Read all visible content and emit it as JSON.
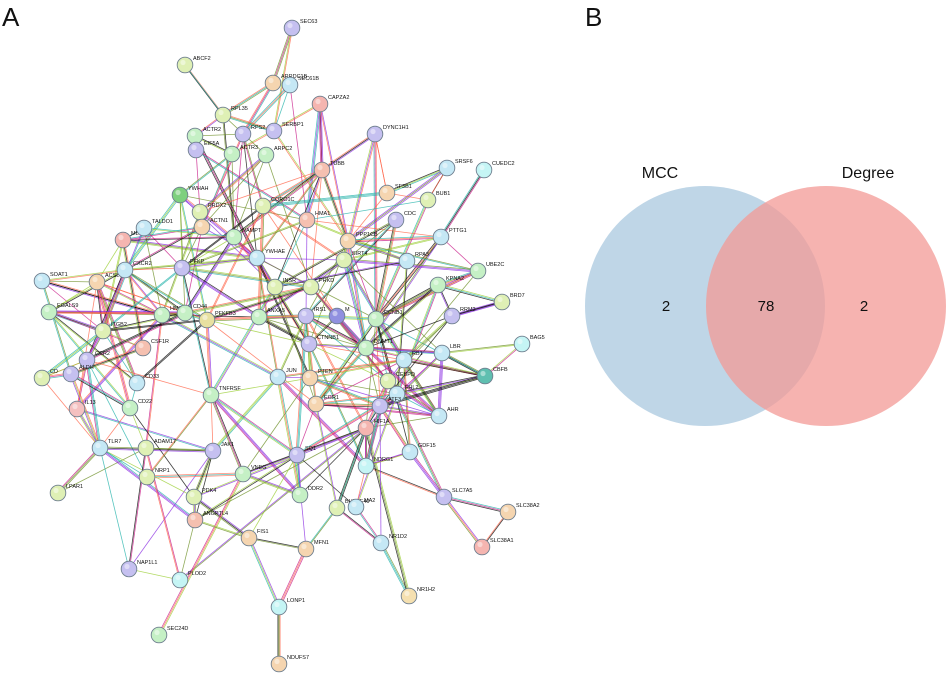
{
  "panels": {
    "a": {
      "letter": "A"
    },
    "b": {
      "letter": "B"
    }
  },
  "network": {
    "edge_colors": [
      "#6b8e23",
      "#c71585",
      "#9acd32",
      "#8a2be2",
      "#20b2aa",
      "#000000",
      "#ff6347"
    ],
    "nodes": [
      {
        "id": "SEC63",
        "color": "#c5c0f0"
      },
      {
        "id": "ABCF2",
        "color": "#dff0b5"
      },
      {
        "id": "ARRDC1B",
        "color": "#f5d5b0"
      },
      {
        "id": "SEC61B",
        "color": "#c5e8f5"
      },
      {
        "id": "CAPZA2",
        "color": "#f5b5b0"
      },
      {
        "id": "RPL35",
        "color": "#dff0b5"
      },
      {
        "id": "ACTR2",
        "color": "#c5f0c5"
      },
      {
        "id": "RPS2",
        "color": "#c5c0f0"
      },
      {
        "id": "SERBP1",
        "color": "#c5c0f0"
      },
      {
        "id": "DYNC1H1",
        "color": "#c5c0f0"
      },
      {
        "id": "EIF5A",
        "color": "#c5c0f0"
      },
      {
        "id": "ACTR3",
        "color": "#c5f0c5"
      },
      {
        "id": "ARPC2",
        "color": "#c5f0c5"
      },
      {
        "id": "TUBB",
        "color": "#f5c0b0"
      },
      {
        "id": "SRSF6",
        "color": "#c5e8f5"
      },
      {
        "id": "CUEDC2",
        "color": "#c5f5f5"
      },
      {
        "id": "YWHAH",
        "color": "#7ed07e"
      },
      {
        "id": "SF3B1",
        "color": "#f5d5b0"
      },
      {
        "id": "BUB1",
        "color": "#dff0b5"
      },
      {
        "id": "PRDX2",
        "color": "#dff0b5"
      },
      {
        "id": "CORO1C",
        "color": "#dff0b5"
      },
      {
        "id": "ACTN1",
        "color": "#f5d5b0"
      },
      {
        "id": "TALDO1",
        "color": "#c5e8f5"
      },
      {
        "id": "ML",
        "color": "#f5b5b0"
      },
      {
        "id": "HMA1",
        "color": "#f5c0b0"
      },
      {
        "id": "CDC",
        "color": "#c5c0f0"
      },
      {
        "id": "PTTG1",
        "color": "#c5e8f5"
      },
      {
        "id": "NAMPT",
        "color": "#c5f0c5"
      },
      {
        "id": "YWHAE",
        "color": "#c5e8f5"
      },
      {
        "id": "PPP1CB",
        "color": "#f5d5b0"
      },
      {
        "id": "SIRT4",
        "color": "#dff0b5"
      },
      {
        "id": "RPA3",
        "color": "#c5e8f5"
      },
      {
        "id": "SOAT1",
        "color": "#c5e8f5"
      },
      {
        "id": "ACSL",
        "color": "#f5d5b0"
      },
      {
        "id": "CXCR2",
        "color": "#c5e8f5"
      },
      {
        "id": "PFKP",
        "color": "#c5c0f0"
      },
      {
        "id": "UBE2C",
        "color": "#c5f0c5"
      },
      {
        "id": "KPNA2",
        "color": "#c5f0c5"
      },
      {
        "id": "INSR",
        "color": "#dff0b5"
      },
      {
        "id": "PRKD",
        "color": "#dff0b5"
      },
      {
        "id": "EGALS9",
        "color": "#c5f0c5"
      },
      {
        "id": "BRD7",
        "color": "#dff0b5"
      },
      {
        "id": "HMGCR",
        "color": "#c5f0c5"
      },
      {
        "id": "CD44",
        "color": "#c5f0c5"
      },
      {
        "id": "ANXA5",
        "color": "#c5f0c5"
      },
      {
        "id": "IRS1",
        "color": "#c5c0f0"
      },
      {
        "id": "M",
        "color": "#9090e0"
      },
      {
        "id": "CCNB1",
        "color": "#c5f0c5"
      },
      {
        "id": "RRM2",
        "color": "#c5c0f0"
      },
      {
        "id": "ITGB2",
        "color": "#dff0b5"
      },
      {
        "id": "PFKFB3",
        "color": "#e8e0a0"
      },
      {
        "id": "BAG5",
        "color": "#c5f5f5"
      },
      {
        "id": "CSF1R",
        "color": "#f5c0b0"
      },
      {
        "id": "CCR2",
        "color": "#c5c0f0"
      },
      {
        "id": "CTNNB1",
        "color": "#c5c0f0"
      },
      {
        "id": "DNMT1",
        "color": "#c5f0c5"
      },
      {
        "id": "RB1",
        "color": "#c5e8f5"
      },
      {
        "id": "LBR",
        "color": "#c5e8f5"
      },
      {
        "id": "CBFB",
        "color": "#5fbfb0"
      },
      {
        "id": "ALDH",
        "color": "#c5c0f0"
      },
      {
        "id": "CD",
        "color": "#dff0b5"
      },
      {
        "id": "JUN",
        "color": "#c5e8f5"
      },
      {
        "id": "PTEN",
        "color": "#f5d5b0"
      },
      {
        "id": "CEBPD",
        "color": "#dff0b5"
      },
      {
        "id": "IL13",
        "color": "#f5c0c0"
      },
      {
        "id": "CD33",
        "color": "#c5e8f5"
      },
      {
        "id": "CD22",
        "color": "#c5f0c5"
      },
      {
        "id": "EGR1",
        "color": "#f5d5b0"
      },
      {
        "id": "TNFRSF",
        "color": "#c5f0c5"
      },
      {
        "id": "FHL2",
        "color": "#c5e8f5"
      },
      {
        "id": "AHR",
        "color": "#c5e8f5"
      },
      {
        "id": "ATF3",
        "color": "#c5c0f0"
      },
      {
        "id": "TLR7",
        "color": "#c5e8f5"
      },
      {
        "id": "ADAM17",
        "color": "#dff0b5"
      },
      {
        "id": "JAK1",
        "color": "#c5c0f0"
      },
      {
        "id": "HIF1A",
        "color": "#f5b5b0"
      },
      {
        "id": "GDF15",
        "color": "#c5e8f5"
      },
      {
        "id": "SQ1",
        "color": "#c5c0f0"
      },
      {
        "id": "NDRG1",
        "color": "#c5f5f5"
      },
      {
        "id": "NRP1",
        "color": "#dff0b5"
      },
      {
        "id": "VNEG",
        "color": "#c5f0c5"
      },
      {
        "id": "LPAR1",
        "color": "#dff0b5"
      },
      {
        "id": "PDK4",
        "color": "#dff0b5"
      },
      {
        "id": "DDR2",
        "color": "#c5f0c5"
      },
      {
        "id": "BHLHE40",
        "color": "#dff0b5"
      },
      {
        "id": "MA2",
        "color": "#c5e8f5"
      },
      {
        "id": "SLC7A5",
        "color": "#c5c0f0"
      },
      {
        "id": "SLC38A2",
        "color": "#f5d5b0"
      },
      {
        "id": "ANGPTL4",
        "color": "#f5c0b0"
      },
      {
        "id": "FIS1",
        "color": "#f5d5b0"
      },
      {
        "id": "MFN1",
        "color": "#f5d5b0"
      },
      {
        "id": "NR1D2",
        "color": "#c5e8f5"
      },
      {
        "id": "SLC38A1",
        "color": "#f5b5b0"
      },
      {
        "id": "NAP1L1",
        "color": "#c5c0f0"
      },
      {
        "id": "PLOD2",
        "color": "#c5f5f5"
      },
      {
        "id": "NR1H2",
        "color": "#f5e0b0"
      },
      {
        "id": "LONP1",
        "color": "#c5f5f5"
      },
      {
        "id": "SEC24D",
        "color": "#c5f0c5"
      },
      {
        "id": "NDUFS7",
        "color": "#f5d5b0"
      }
    ]
  },
  "venn": {
    "sets": [
      {
        "name": "MCC",
        "color": "#a9c8df",
        "only": "2"
      },
      {
        "name": "Degree",
        "color": "#f39a96",
        "only": "2"
      }
    ],
    "overlap": "78"
  }
}
